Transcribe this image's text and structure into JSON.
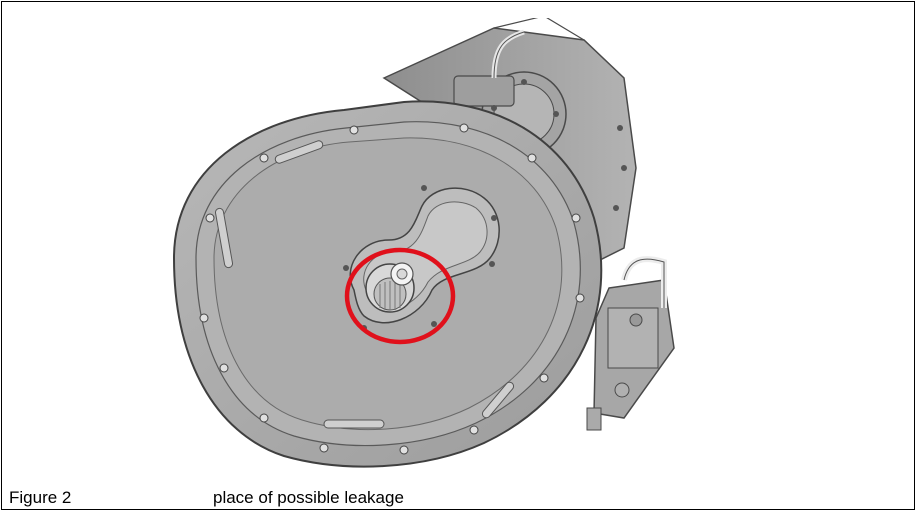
{
  "figure": {
    "caption_number": "Figure 2",
    "caption_text": "place of possible leakage",
    "illustration": "gearbox-housing-drawing",
    "highlight_color": "#e0101b",
    "housing_color": "#a9a9a9",
    "outline_color": "#4a4a4a"
  }
}
